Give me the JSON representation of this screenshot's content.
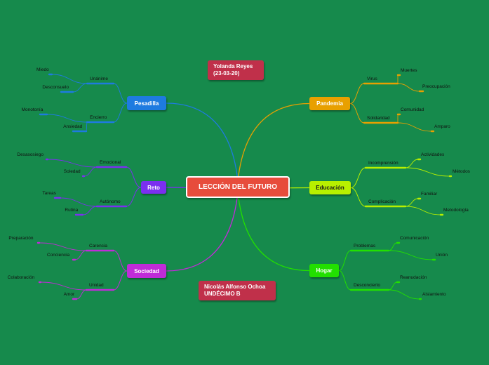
{
  "central": {
    "label": "LECCIÓN DEL FUTURO"
  },
  "notes": {
    "top": {
      "line1": "Yolanda Reyes",
      "line2": "(23-03-20)"
    },
    "bottom": {
      "line1": "Nicolás Alfonso Ochoa",
      "line2": "UNDÉCIMO B"
    }
  },
  "colors": {
    "background": "#168a4c",
    "central": "#e74c3c",
    "note": "#c0304a",
    "pesadilla": "#1e7be0",
    "reto": "#7b2ff0",
    "sociedad": "#c02bd8",
    "pandemia": "#e8a000",
    "educacion": "#b8f000",
    "hogar": "#22e000"
  },
  "branches": {
    "pesadilla": {
      "label": "Pesadilla",
      "subs": [
        {
          "label": "Unánime",
          "leaves": [
            "Miedo",
            "Desconsuelo"
          ]
        },
        {
          "label": "Encierro",
          "leaves": [
            "Monotonía",
            "Ansiedad"
          ]
        }
      ]
    },
    "reto": {
      "label": "Reto",
      "subs": [
        {
          "label": "Emocional",
          "leaves": [
            "Desasosiego",
            "Soledad"
          ]
        },
        {
          "label": "Autónomo",
          "leaves": [
            "Tareas",
            "Rutina"
          ]
        }
      ]
    },
    "sociedad": {
      "label": "Sociedad",
      "subs": [
        {
          "label": "Carencia",
          "leaves": [
            "Preparación",
            "Conciencia"
          ]
        },
        {
          "label": "Unidad",
          "leaves": [
            "Colaboración",
            "Amor"
          ]
        }
      ]
    },
    "pandemia": {
      "label": "Pandemia",
      "subs": [
        {
          "label": "Virus",
          "leaves": [
            "Muertes",
            "Preocupación"
          ]
        },
        {
          "label": "Solidaridad",
          "leaves": [
            "Comunidad",
            "Amparo"
          ]
        }
      ]
    },
    "educacion": {
      "label": "Educación",
      "subs": [
        {
          "label": "Incomprensión",
          "leaves": [
            "Actividades",
            "Métodos"
          ]
        },
        {
          "label": "Complicación",
          "leaves": [
            "Familiar",
            "Metodología"
          ]
        }
      ]
    },
    "hogar": {
      "label": "Hogar",
      "subs": [
        {
          "label": "Problemas",
          "leaves": [
            "Comunicación",
            "Unión"
          ]
        },
        {
          "label": "Desconcierto",
          "leaves": [
            "Reanudación",
            "Aislamiento"
          ]
        }
      ]
    }
  }
}
